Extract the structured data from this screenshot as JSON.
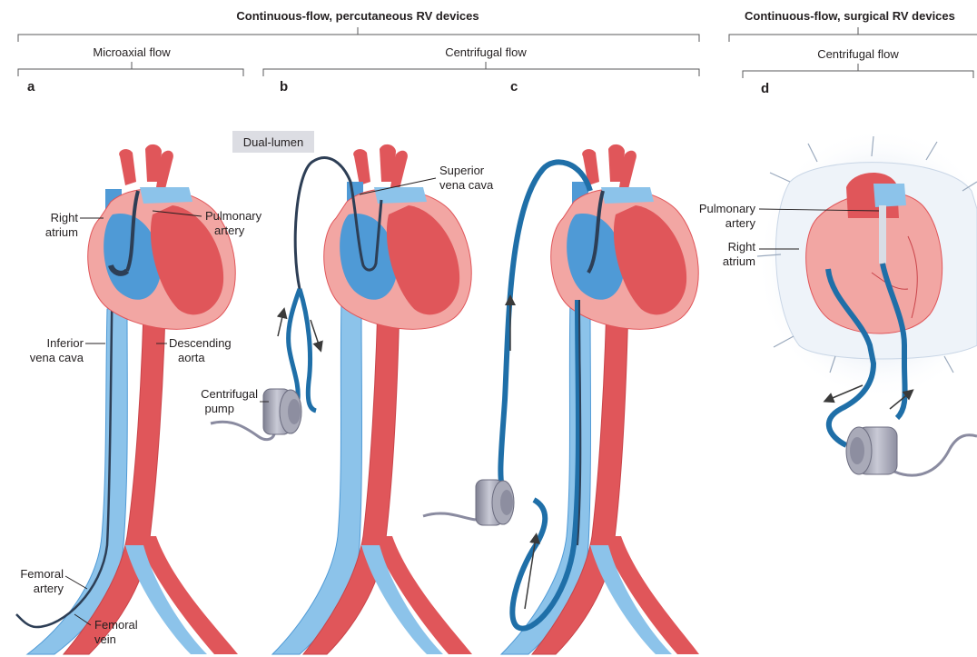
{
  "headers": {
    "percutaneous": "Continuous-flow, percutaneous RV devices",
    "surgical": "Continuous-flow, surgical RV devices"
  },
  "subheaders": {
    "microaxial": "Microaxial flow",
    "centrifugal_perc": "Centrifugal flow",
    "centrifugal_surg": "Centrifugal flow"
  },
  "panels": {
    "a": "a",
    "b": "b",
    "c": "c",
    "d": "d"
  },
  "badge": "Dual-lumen",
  "labels": {
    "a": {
      "right_atrium": [
        "Right",
        "atrium"
      ],
      "pulmonary_artery": [
        "Pulmonary",
        "artery"
      ],
      "inferior_vena_cava": [
        "Inferior",
        "vena cava"
      ],
      "descending_aorta": [
        "Descending",
        "aorta"
      ],
      "femoral_artery": [
        "Femoral",
        "artery"
      ],
      "femoral_vein": [
        "Femoral",
        "vein"
      ]
    },
    "b": {
      "superior_vena_cava": [
        "Superior",
        "vena cava"
      ],
      "centrifugal_pump": [
        "Centrifugal",
        "pump"
      ]
    },
    "d": {
      "pulmonary_artery": [
        "Pulmonary",
        "artery"
      ],
      "right_atrium": [
        "Right",
        "atrium"
      ]
    }
  },
  "colors": {
    "artery_red": "#e0565a",
    "heart_pink": "#f2a6a3",
    "vein_blue": "#4f9ad6",
    "vein_light": "#8cc3ea",
    "cannula_blue": "#1f6fa8",
    "catheter_dark": "#2d3e55",
    "pump_gray": "#a9aab8"
  },
  "icons": [
    "heart-illustration",
    "centrifugal-pump-icon",
    "flow-arrow-icon"
  ]
}
